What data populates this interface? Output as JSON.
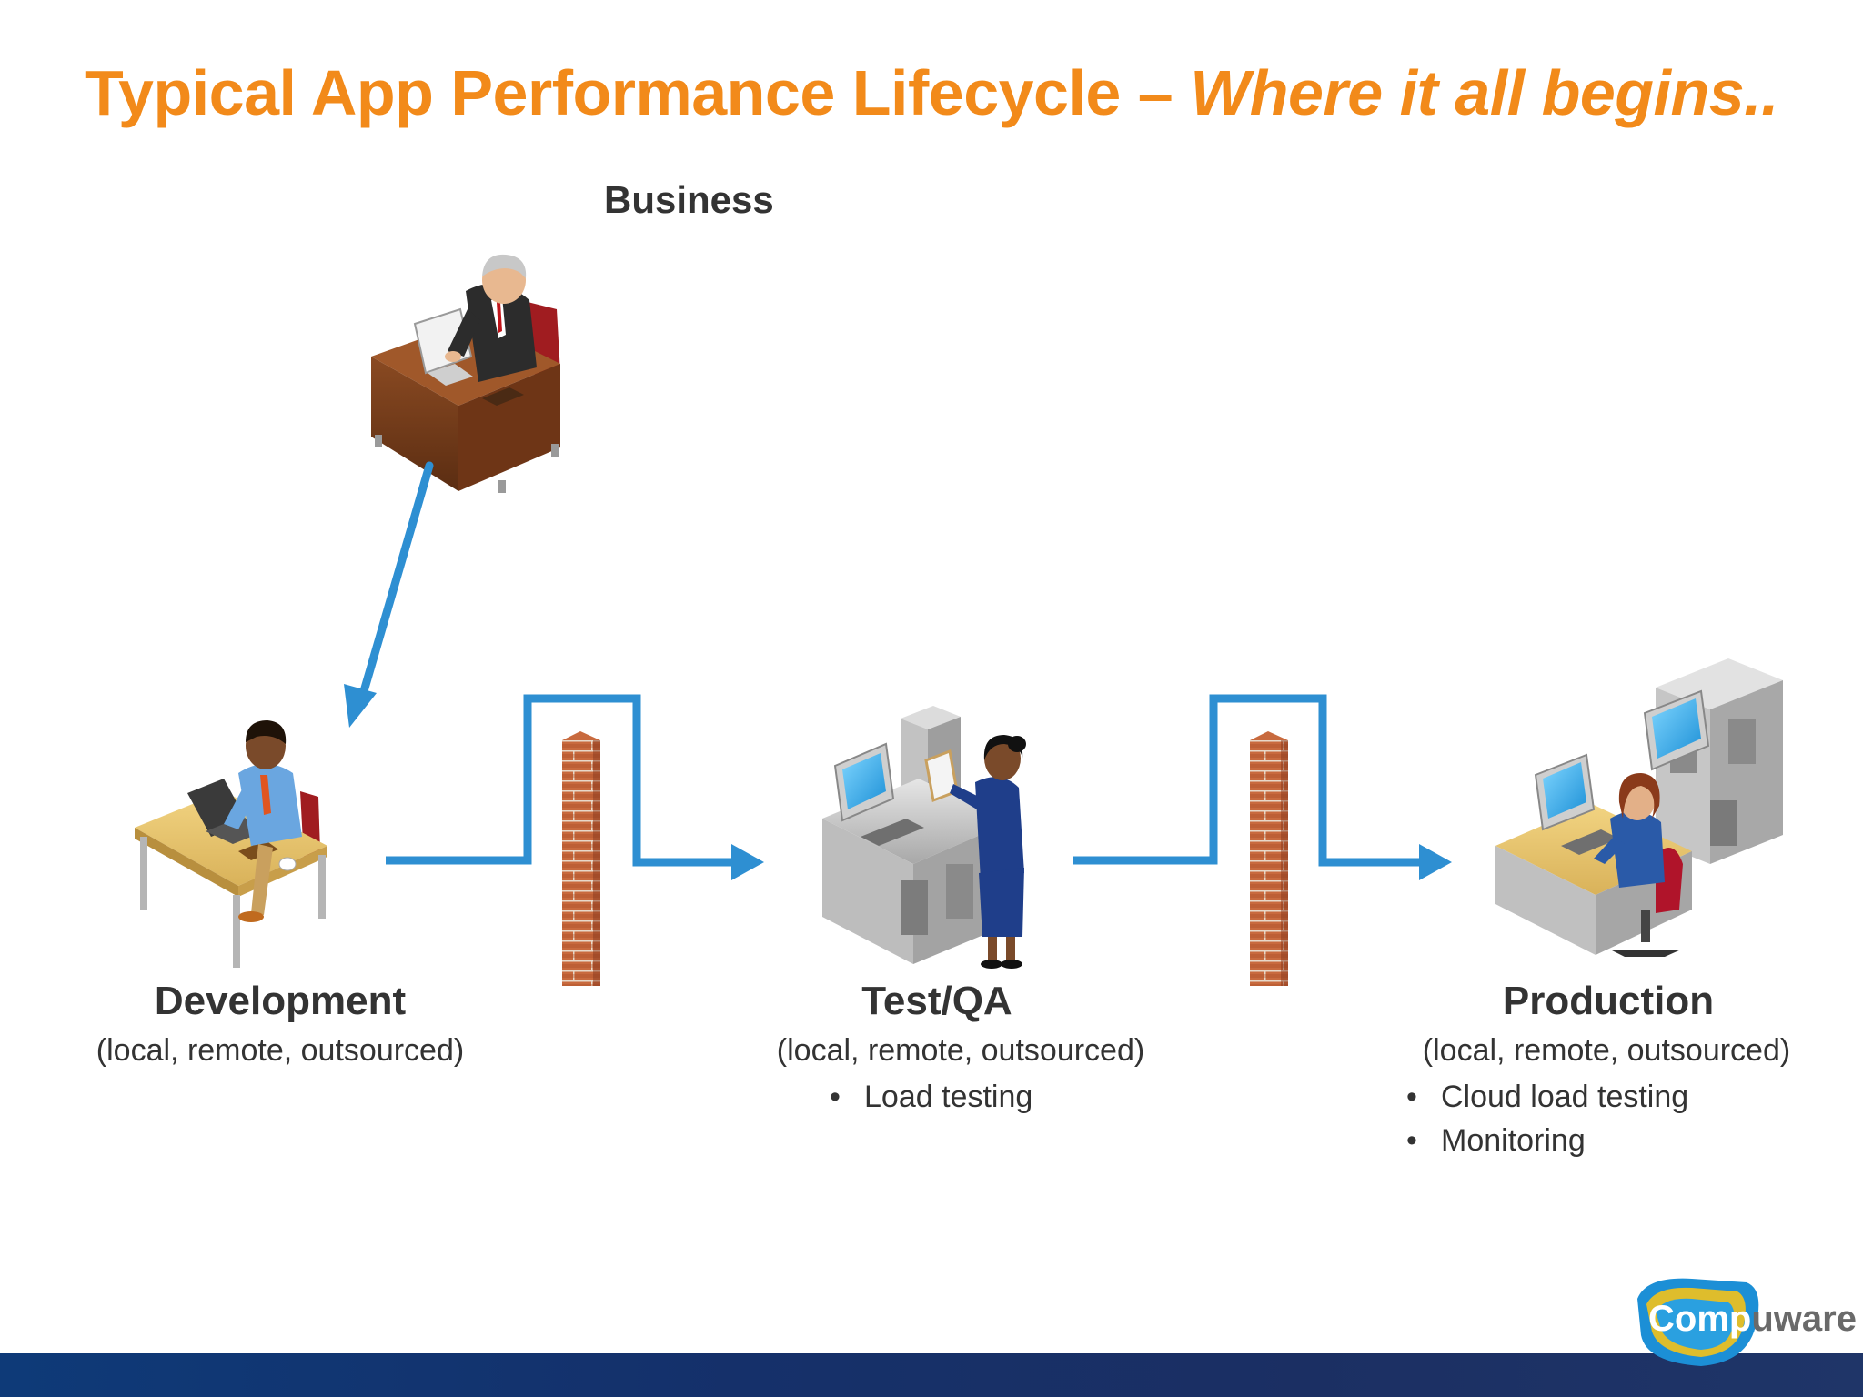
{
  "title": {
    "main": "Typical App Performance Lifecycle – ",
    "italic": "Where it all begins.."
  },
  "business": {
    "label": "Business"
  },
  "stages": [
    {
      "title": "Development",
      "subtitle": "(local, remote, outsourced)",
      "bullets": []
    },
    {
      "title": "Test/QA",
      "subtitle": "(local, remote, outsourced)",
      "bullets": [
        "Load testing"
      ]
    },
    {
      "title": "Production",
      "subtitle": "(local, remote, outsourced)",
      "bullets": [
        "Cloud load testing",
        "Monitoring"
      ]
    }
  ],
  "bullet_glyph": "•",
  "logo": {
    "text_a": "Comp",
    "text_b": "uware"
  },
  "colors": {
    "title": "#f28a1a",
    "arrow": "#2e8fd2",
    "brick": "#b5542e",
    "footer": "#15306a"
  },
  "icons": [
    "business-person-at-desk-icon",
    "developer-at-desk-icon",
    "tester-at-workstation-icon",
    "operator-at-workstation-icon",
    "brick-wall-icon",
    "arrow-icon"
  ]
}
